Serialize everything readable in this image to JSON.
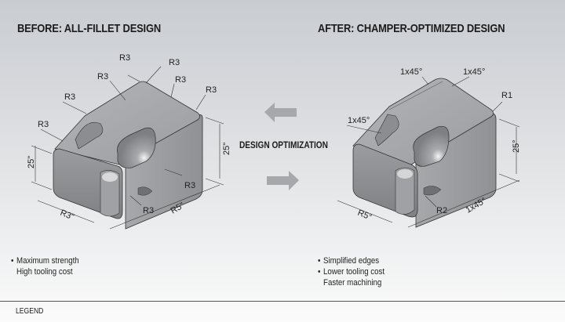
{
  "before": {
    "title": "BEFORE: ALL-FILLET DESIGN",
    "callouts": [
      "R3",
      "R3",
      "R3",
      "R3",
      "R3",
      "R3",
      "R3",
      "R3",
      "R3"
    ],
    "dimensions": {
      "height_left": "25\"",
      "height_right": "25\"",
      "width_front": "R3\"",
      "length_side": "R5\""
    },
    "notes": [
      {
        "bullet": true,
        "text": "Maximum strength"
      },
      {
        "bullet": false,
        "text": "High tooling cost"
      }
    ]
  },
  "after": {
    "title": "AFTER: CHAMPER-OPTIMIZED DESIGN",
    "callouts": [
      "1x45°",
      "1x45°",
      "R1",
      "1x45°",
      "R2"
    ],
    "dimensions": {
      "height_right": "25°",
      "width_front": "R5°",
      "length_side": "1x45°"
    },
    "notes": [
      {
        "bullet": true,
        "text": "Simplified edges"
      },
      {
        "bullet": true,
        "text": "Lower tooling cost"
      },
      {
        "bullet": false,
        "text": "Faster machining"
      }
    ]
  },
  "center": {
    "label": "DESIGN OPTIMIZATION",
    "arrows": [
      "arrow-left-icon",
      "arrow-right-icon"
    ]
  },
  "footer": {
    "legend_label": "LEGEND"
  },
  "colors": {
    "part_top": "#a3a5a8",
    "part_front": "#8c8e91",
    "part_side": "#9a9c9f",
    "arrow": "#a6a8ab"
  }
}
